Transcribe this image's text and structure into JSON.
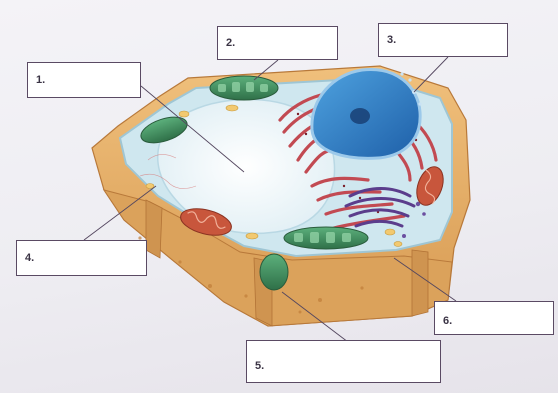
{
  "worksheet": {
    "labels": [
      {
        "id": "1",
        "text": "1."
      },
      {
        "id": "2",
        "text": "2."
      },
      {
        "id": "3",
        "text": "3."
      },
      {
        "id": "4",
        "text": "4."
      },
      {
        "id": "5",
        "text": "5."
      },
      {
        "id": "6",
        "text": "6."
      }
    ]
  },
  "colors": {
    "cell_wall": "#e3ad62",
    "cell_membrane": "#cfe7ef",
    "chloroplast": "#3f8c5f",
    "nucleus": "#2f7cc4",
    "rough_er": "#c24a52",
    "golgi": "#5b3d8c",
    "mitochondrion": "#c8563c"
  }
}
